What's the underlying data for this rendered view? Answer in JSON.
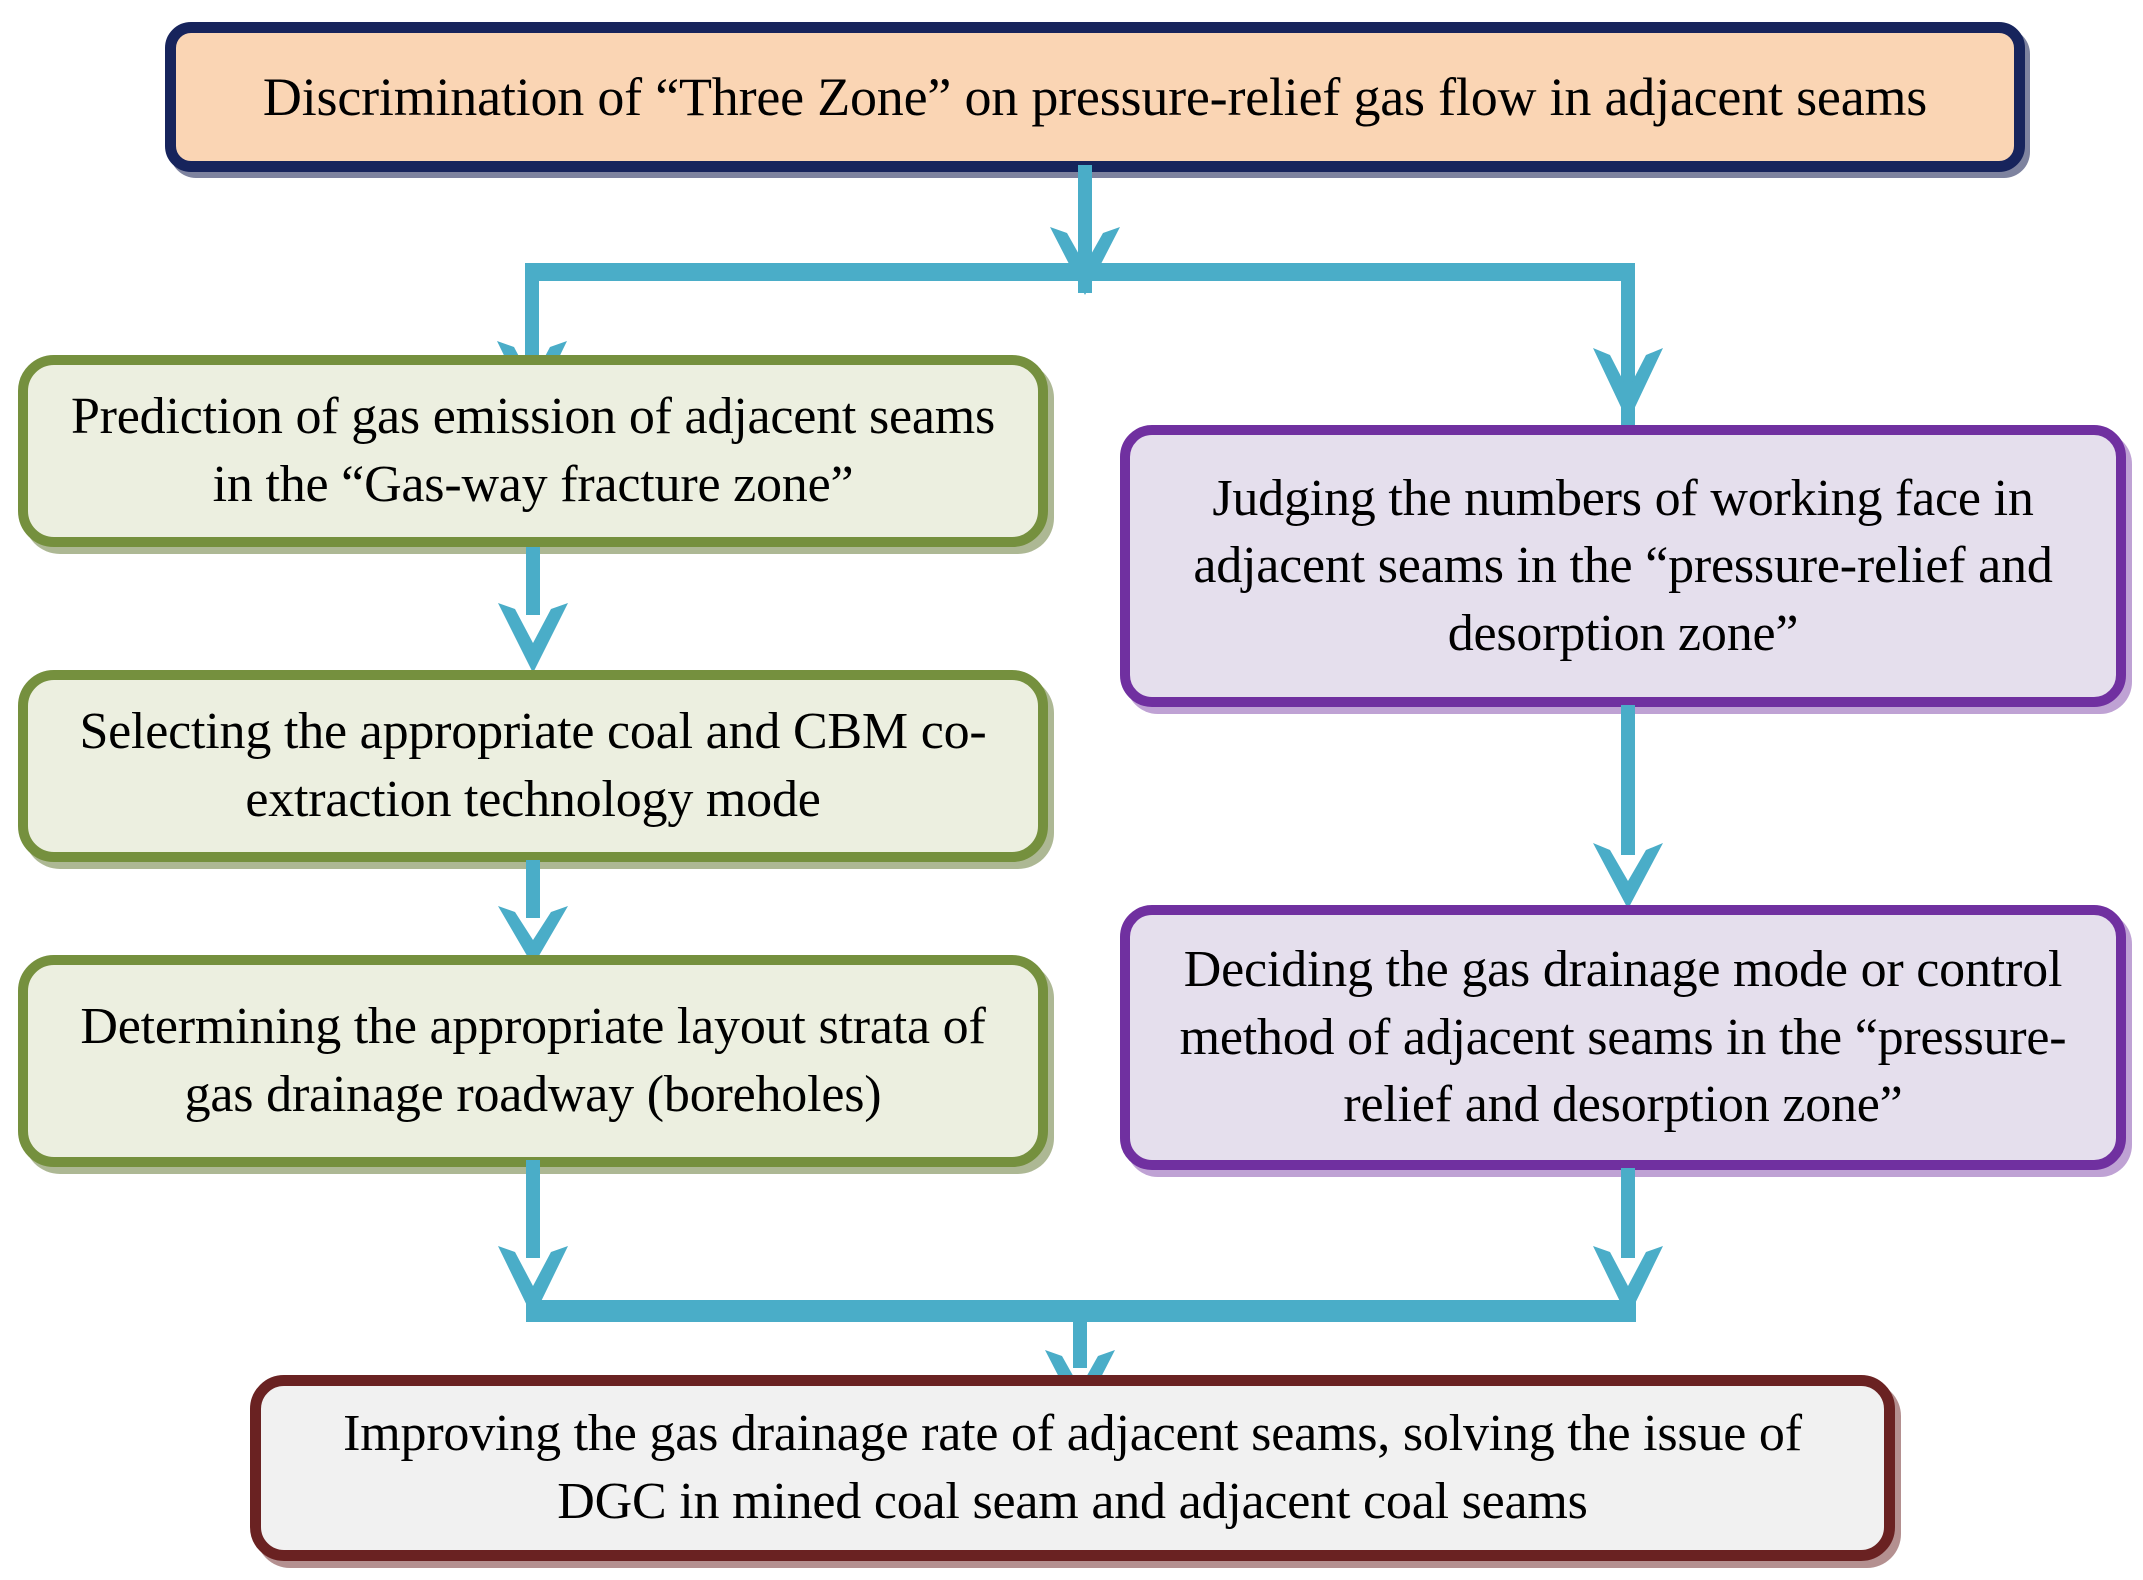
{
  "diagram": {
    "title_node": {
      "id": "discrimination-three-zone",
      "text": "Discrimination of “Three Zone” on pressure-relief gas flow in adjacent seams"
    },
    "left_branch": [
      {
        "id": "prediction-gas-emission",
        "text": "Prediction of gas emission of adjacent seams in the “Gas-way fracture zone”"
      },
      {
        "id": "selecting-co-extraction-mode",
        "text": "Selecting the appropriate coal and CBM co-extraction technology mode"
      },
      {
        "id": "determining-layout-strata",
        "text": "Determining the appropriate layout strata of gas drainage roadway (boreholes)"
      }
    ],
    "right_branch": [
      {
        "id": "judging-working-face-numbers",
        "text": "Judging the numbers of working face in adjacent seams in the “pressure-relief and desorption zone”"
      },
      {
        "id": "deciding-gas-drainage-mode",
        "text": "Deciding the gas drainage mode or control method of adjacent seams in the “pressure-relief and desorption zone”"
      }
    ],
    "outcome_node": {
      "id": "improving-drainage-rate",
      "text": "Improving the gas drainage rate of adjacent seams, solving the issue of DGC in mined coal seam and adjacent coal seams"
    },
    "colors": {
      "title_border": "#17245c",
      "title_fill": "#fad5b4",
      "green_border": "#75903e",
      "green_fill": "#ecefe0",
      "purple_border": "#7030a0",
      "purple_fill": "#e5dfed",
      "red_border": "#6a2222",
      "red_fill": "#f1f1f1",
      "arrow": "#4aadc8",
      "text": "#000000"
    },
    "flow": {
      "split_label": "split-to-two-branches",
      "merge_label": "merge-to-outcome"
    }
  }
}
